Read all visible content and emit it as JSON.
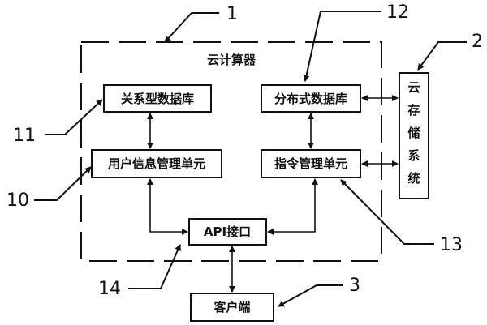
{
  "diagram": {
    "container": {
      "title": "云计算器",
      "ref": "1"
    },
    "boxes": {
      "relational_db": "关系型数据库",
      "distributed_db": "分布式数据库",
      "user_info": "用户信息管理单元",
      "command_mgmt": "指令管理单元",
      "api": "API接口",
      "client": "客户端",
      "cloud_storage": [
        "云",
        "存",
        "储",
        "系",
        "统"
      ]
    },
    "refs": {
      "cloud_storage": "2",
      "client": "3",
      "user_info": "10",
      "relational_db": "11",
      "distributed_db": "12",
      "command_mgmt": "13",
      "api": "14"
    }
  }
}
